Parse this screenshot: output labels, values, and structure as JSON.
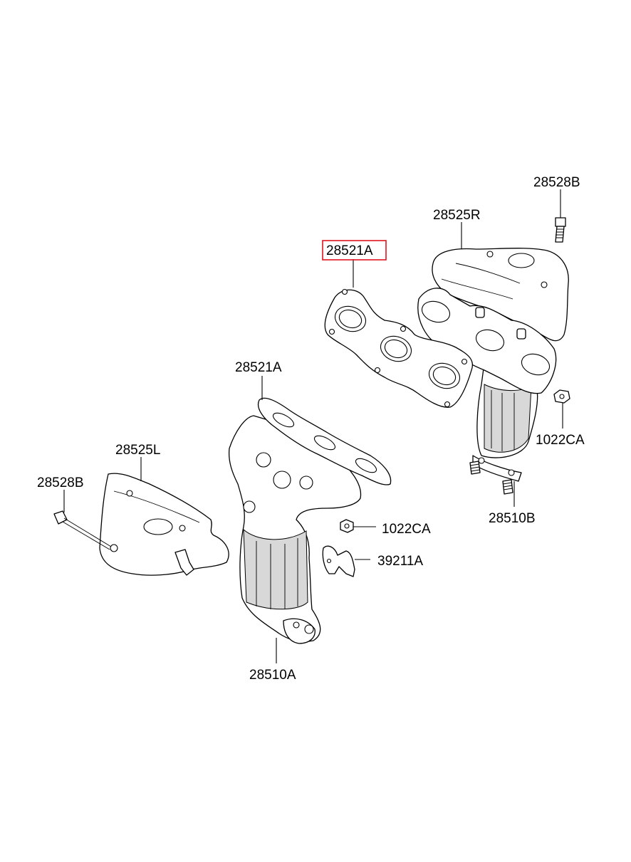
{
  "diagram": {
    "labels": {
      "bolt_right": "28528B",
      "heat_shield_right": "28525R",
      "gasket_right": "28521A",
      "gasket_left": "28521A",
      "heat_shield_left": "28525L",
      "bolt_left": "28528B",
      "nut_right": "1022CA",
      "nut_left": "1022CA",
      "bracket": "39211A",
      "manifold_right": "28510B",
      "manifold_left": "28510A"
    },
    "highlighted_part": "28521A",
    "highlight_color": "#e0141e"
  }
}
